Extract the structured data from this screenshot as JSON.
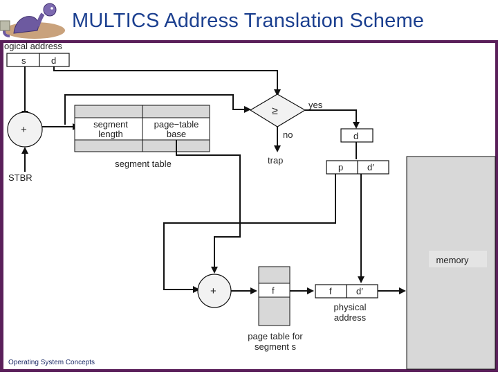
{
  "slide": {
    "title": "MULTICS Address Translation Scheme",
    "footer": "Operating System Concepts"
  },
  "diagram": {
    "logical_address_label": "ogical address",
    "logical_s": "s",
    "logical_d": "d",
    "stbr_label": "STBR",
    "adder_symbol": "+",
    "segment_table": {
      "col1_line1": "segment",
      "col1_line2": "length",
      "col2_line1": "page−table",
      "col2_line2": "base",
      "caption": "segment table"
    },
    "compare_symbol": "≥",
    "yes_label": "yes",
    "no_label": "no",
    "trap_label": "trap",
    "d_box": "d",
    "p_box": "p",
    "dprime_box": "d′",
    "page_table_f": "f",
    "page_table_caption_line1": "page table for",
    "page_table_caption_line2": "segment s",
    "physical_f": "f",
    "physical_dprime": "d′",
    "physical_caption_line1": "physical",
    "physical_caption_line2": "address",
    "memory_label": "memory"
  }
}
